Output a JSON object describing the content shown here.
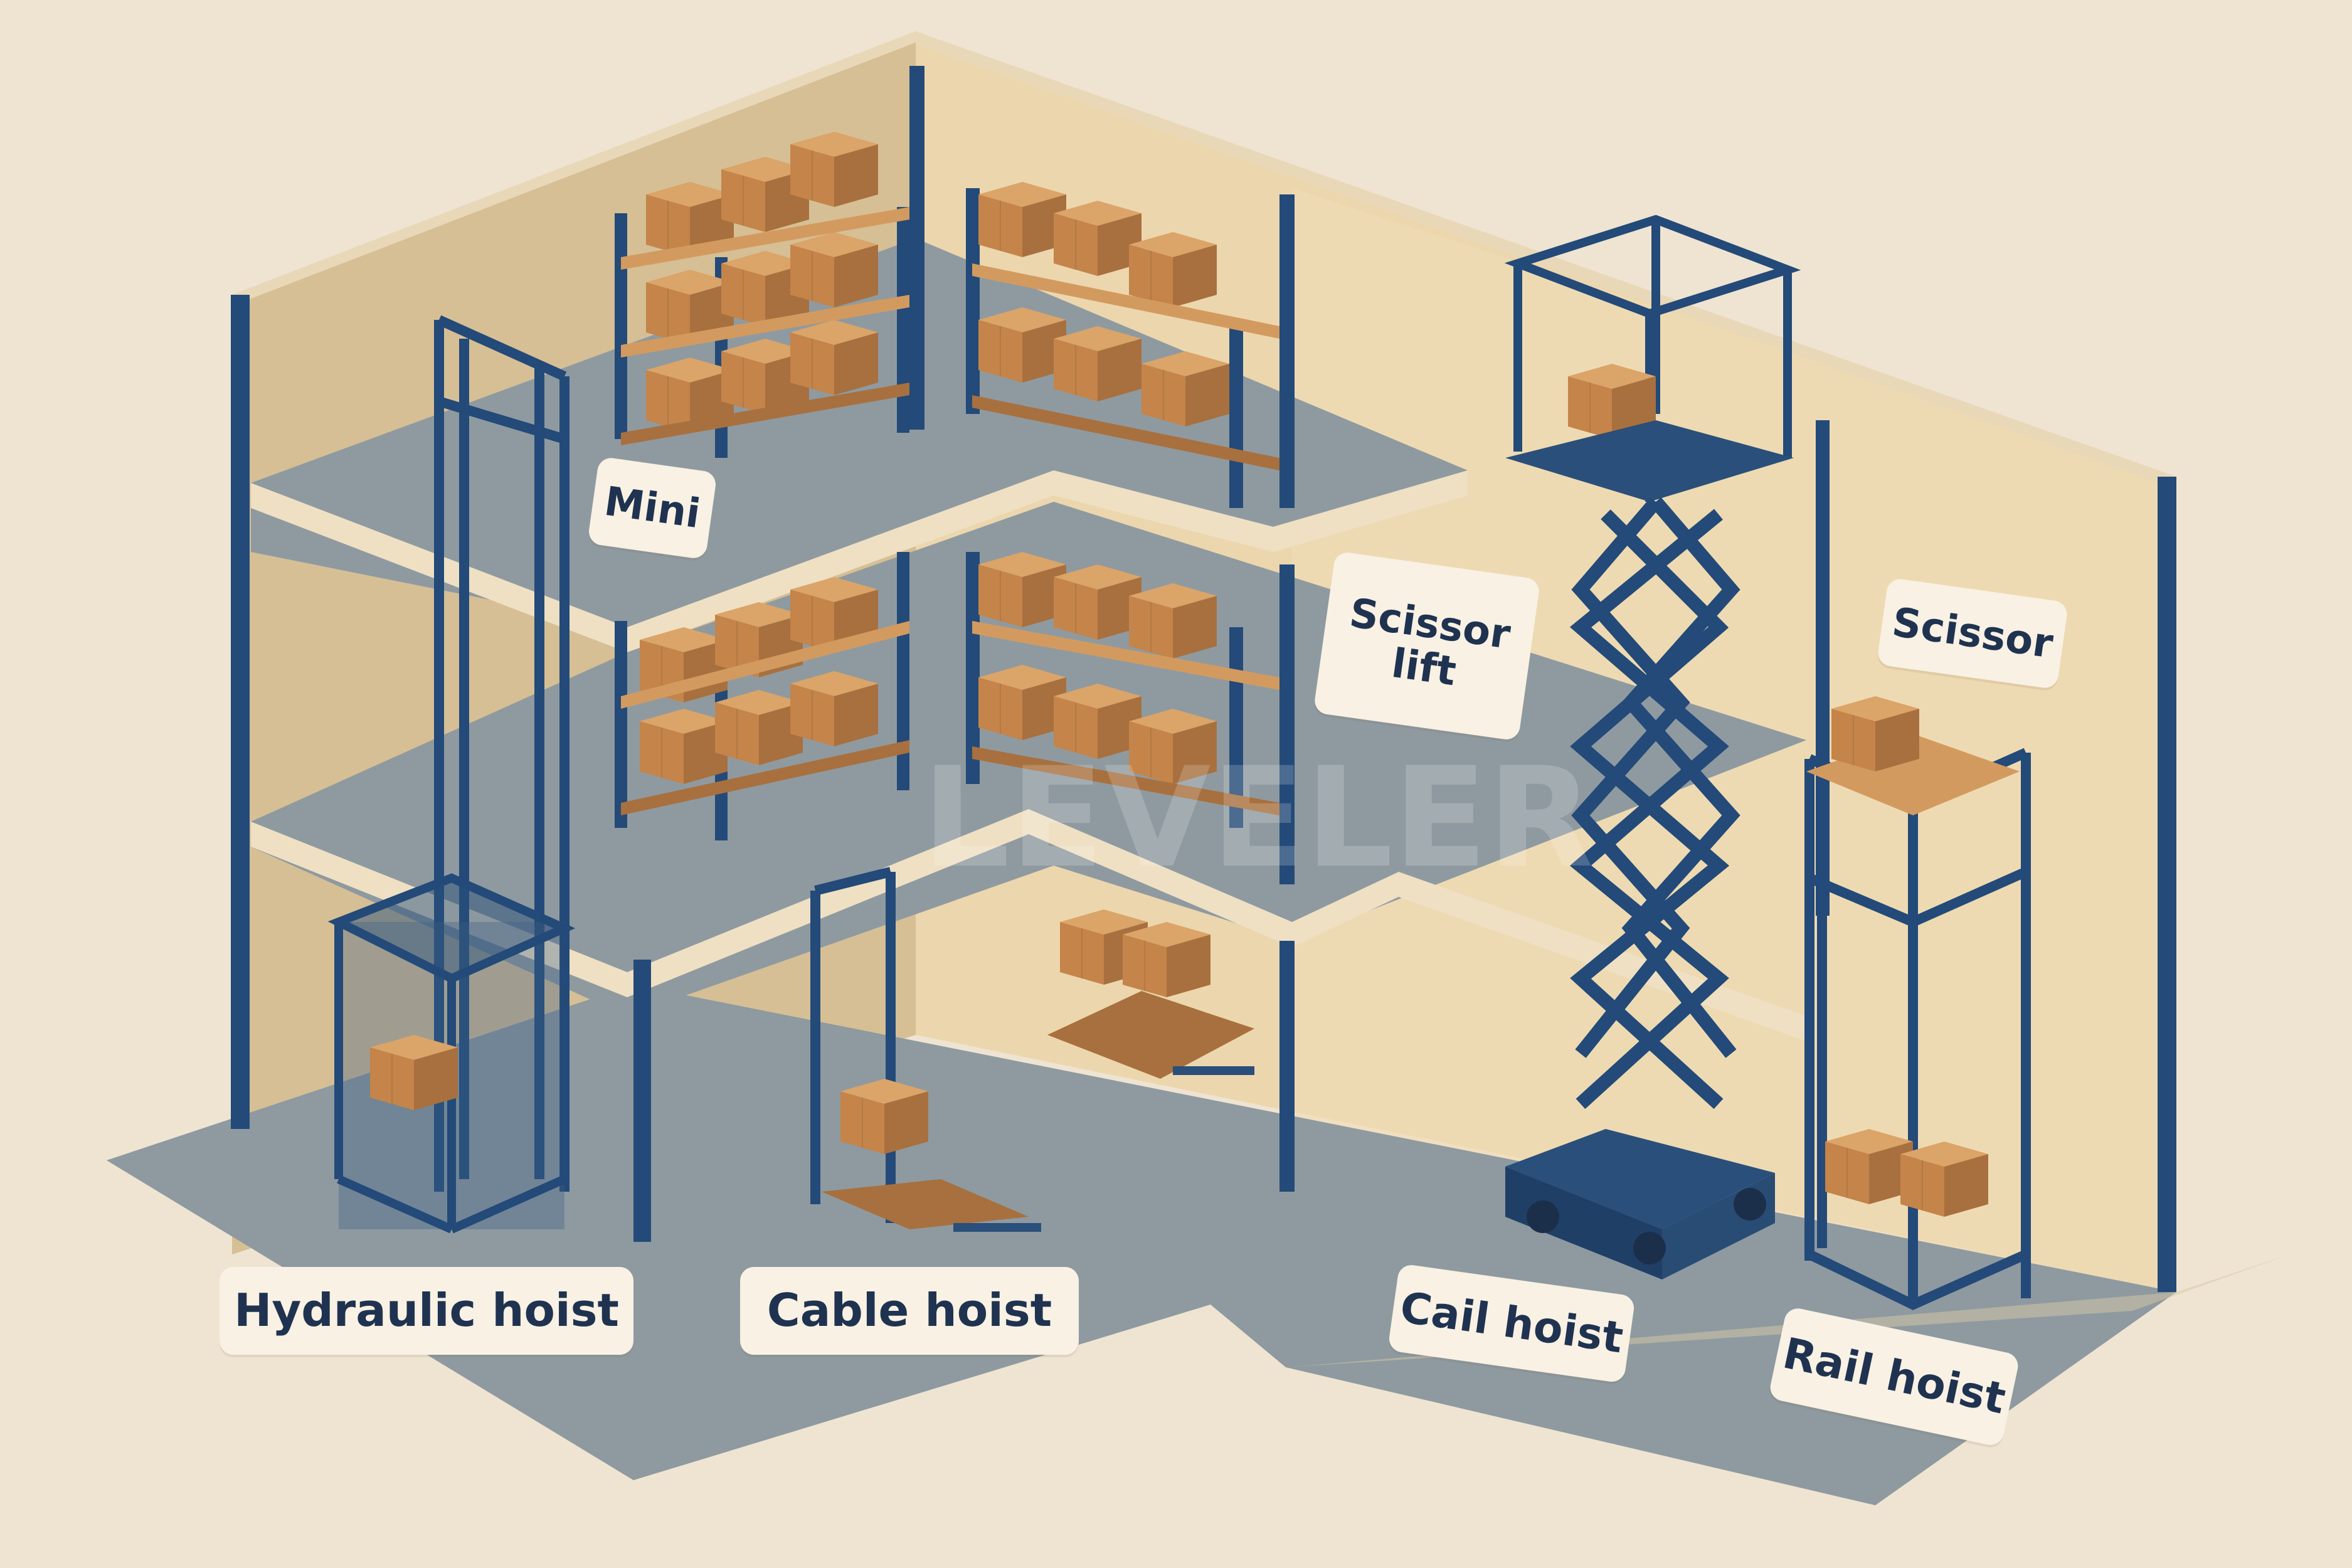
{
  "labels": {
    "mini": "Mini",
    "scissor_lift": "Scissor\nlift",
    "scissor": "Scissor",
    "hydraulic_hoist": "Hydraulic hoist",
    "cable_hoist": "Cable hoist",
    "cail_hoist": "Cail hoist",
    "rail_hoist": "Rail hoist"
  },
  "watermark": "LEVELER",
  "colors": {
    "background": "#efe4d2",
    "wall": "#e8d2a8",
    "floor": "#8e9aa0",
    "frame_blue": "#234a78",
    "box": "#c9884d",
    "label_bg": "#f8f1e4",
    "label_text": "#1f3350"
  }
}
